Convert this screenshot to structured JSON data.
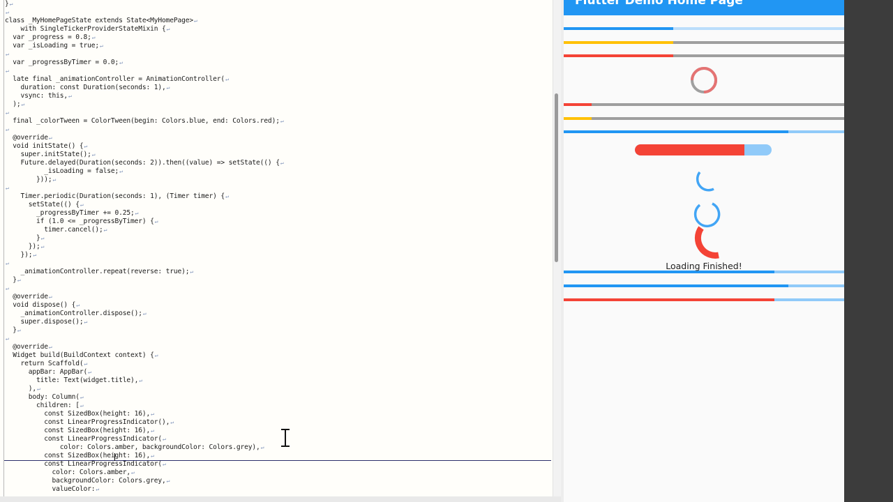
{
  "editor": {
    "lines": [
      {
        "text": "}",
        "nl": true
      },
      {
        "text": "",
        "nl": true
      },
      {
        "text": "class _MyHomePageState extends State<MyHomePage>",
        "nl": true
      },
      {
        "text": "    with SingleTickerProviderStateMixin {",
        "nl": true
      },
      {
        "text": "  var _progress = 0.8;",
        "nl": true
      },
      {
        "text": "  var _isLoading = true;",
        "nl": true
      },
      {
        "text": "",
        "nl": true
      },
      {
        "text": "  var _progressByTimer = 0.0;",
        "nl": true
      },
      {
        "text": "",
        "nl": true
      },
      {
        "text": "  late final _animationController = AnimationController(",
        "nl": true
      },
      {
        "text": "    duration: const Duration(seconds: 1),",
        "nl": true
      },
      {
        "text": "    vsync: this,",
        "nl": true
      },
      {
        "text": "  );",
        "nl": true
      },
      {
        "text": "",
        "nl": true
      },
      {
        "text": "  final _colorTween = ColorTween(begin: Colors.blue, end: Colors.red);",
        "nl": true
      },
      {
        "text": "",
        "nl": true
      },
      {
        "text": "  @override",
        "nl": true
      },
      {
        "text": "  void initState() {",
        "nl": true
      },
      {
        "text": "    super.initState();",
        "nl": true
      },
      {
        "text": "    Future.delayed(Duration(seconds: 2)).then((value) => setState(() {",
        "nl": true
      },
      {
        "text": "          _isLoading = false;",
        "nl": true
      },
      {
        "text": "        }));",
        "nl": true
      },
      {
        "text": "",
        "nl": true
      },
      {
        "text": "    Timer.periodic(Duration(seconds: 1), (Timer timer) {",
        "nl": true
      },
      {
        "text": "      setState(() {",
        "nl": true
      },
      {
        "text": "        _progressByTimer += 0.25;",
        "nl": true
      },
      {
        "text": "        if (1.0 <= _progressByTimer) {",
        "nl": true
      },
      {
        "text": "          timer.cancel();",
        "nl": true
      },
      {
        "text": "        }",
        "nl": true
      },
      {
        "text": "      });",
        "nl": true
      },
      {
        "text": "    });",
        "nl": true
      },
      {
        "text": "",
        "nl": true
      },
      {
        "text": "    _animationController.repeat(reverse: true);",
        "nl": true
      },
      {
        "text": "  }",
        "nl": true
      },
      {
        "text": "",
        "nl": true
      },
      {
        "text": "  @override",
        "nl": true
      },
      {
        "text": "  void dispose() {",
        "nl": true
      },
      {
        "text": "    _animationController.dispose();",
        "nl": true
      },
      {
        "text": "    super.dispose();",
        "nl": true
      },
      {
        "text": "  }",
        "nl": true
      },
      {
        "text": "",
        "nl": true
      },
      {
        "text": "  @override",
        "nl": true
      },
      {
        "text": "  Widget build(BuildContext context) {",
        "nl": true
      },
      {
        "text": "    return Scaffold(",
        "nl": true
      },
      {
        "text": "      appBar: AppBar(",
        "nl": true
      },
      {
        "text": "        title: Text(widget.title),",
        "nl": true
      },
      {
        "text": "      ),",
        "nl": true
      },
      {
        "text": "      body: Column(",
        "nl": true
      },
      {
        "text": "        children: [",
        "nl": true
      },
      {
        "text": "          const SizedBox(height: 16),",
        "nl": true
      },
      {
        "text": "          const LinearProgressIndicator(),",
        "nl": true
      },
      {
        "text": "          const SizedBox(height: 16),",
        "nl": true
      },
      {
        "text": "          const LinearProgressIndicator(",
        "nl": true
      },
      {
        "text": "              color: Colors.amber, backgroundColor: Colors.grey),",
        "nl": true
      },
      {
        "text": "          const SizedBox(height: 16),",
        "nl": true
      },
      {
        "text": "          const LinearProgressIndicator(",
        "nl": true
      },
      {
        "text": "            color: Colors.amber,",
        "nl": true
      },
      {
        "text": "            backgroundColor: Colors.grey,",
        "nl": true
      },
      {
        "text": "            valueColor:",
        "nl": true
      }
    ]
  },
  "app": {
    "title": "Flutter Demo Home Page",
    "status_text": "Loading Finished!",
    "colors": {
      "appbar": "#2196f3",
      "blue": "#2196f3",
      "light_blue": "#90caf9",
      "amber": "#ffc107",
      "red": "#f44336",
      "grey": "#9e9e9e"
    },
    "progress_bars": [
      {
        "name": "linear-progress-default",
        "value": 0.39,
        "fill": "#2196f3",
        "track": "#bbdefb"
      },
      {
        "name": "linear-progress-amber",
        "value": 0.39,
        "fill": "#ffc107",
        "track": "#9e9e9e"
      },
      {
        "name": "linear-progress-red-grey",
        "value": 0.39,
        "fill": "#f44336",
        "track": "#9e9e9e"
      },
      {
        "name": "linear-progress-red-timer",
        "value": 0.1,
        "fill": "#f44336",
        "track": "#9e9e9e"
      },
      {
        "name": "linear-progress-amber-timer",
        "value": 0.1,
        "fill": "#ffc107",
        "track": "#9e9e9e"
      },
      {
        "name": "linear-progress-blue-full",
        "value": 0.8,
        "fill": "#2196f3",
        "track": "#90caf9"
      },
      {
        "name": "linear-progress-blue-lower-1",
        "value": 0.75,
        "fill": "#2196f3",
        "track": "#90caf9"
      },
      {
        "name": "linear-progress-blue-lower-2",
        "value": 0.8,
        "fill": "#2196f3",
        "track": "#90caf9"
      },
      {
        "name": "linear-progress-red-lower",
        "value": 0.75,
        "fill": "#f44336",
        "track": "#90caf9"
      }
    ],
    "rounded_progress": {
      "value": 0.8,
      "fill": "#f44336",
      "track": "#90caf9"
    }
  }
}
